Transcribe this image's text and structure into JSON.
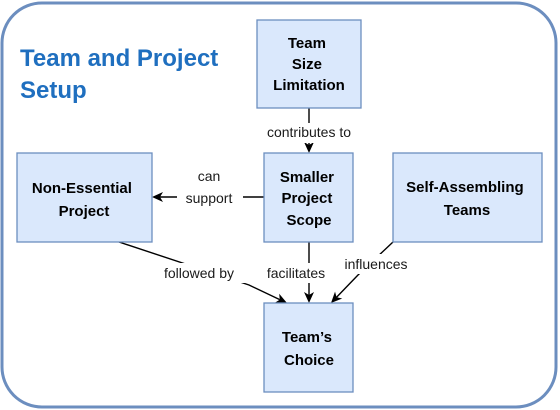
{
  "colors": {
    "frame_stroke": "#6c8ebf",
    "title": "#1f6fbf",
    "node_fill": "#dae8fc",
    "node_stroke": "#6c8ebf",
    "arrow": "#000000"
  },
  "title_lines": [
    "Team and Project",
    "Setup"
  ],
  "nodes": {
    "team_size": {
      "lines": [
        "Team",
        "Size",
        "Limitation"
      ]
    },
    "smaller_scope": {
      "lines": [
        "Smaller",
        "Project",
        "Scope"
      ]
    },
    "non_essential": {
      "lines": [
        "Non-Essential",
        "Project"
      ]
    },
    "self_assembling": {
      "lines": [
        "Self-Assembling",
        "Teams"
      ]
    },
    "teams_choice": {
      "lines": [
        "Team’s",
        "Choice"
      ]
    }
  },
  "edges": [
    {
      "from": "team_size",
      "to": "smaller_scope",
      "label_lines": [
        "contributes to"
      ]
    },
    {
      "from": "smaller_scope",
      "to": "non_essential",
      "label_lines": [
        "can",
        "support"
      ]
    },
    {
      "from": "non_essential",
      "to": "teams_choice",
      "label_lines": [
        "followed by"
      ]
    },
    {
      "from": "smaller_scope",
      "to": "teams_choice",
      "label_lines": [
        "facilitates"
      ]
    },
    {
      "from": "self_assembling",
      "to": "teams_choice",
      "label_lines": [
        "influences"
      ]
    }
  ]
}
